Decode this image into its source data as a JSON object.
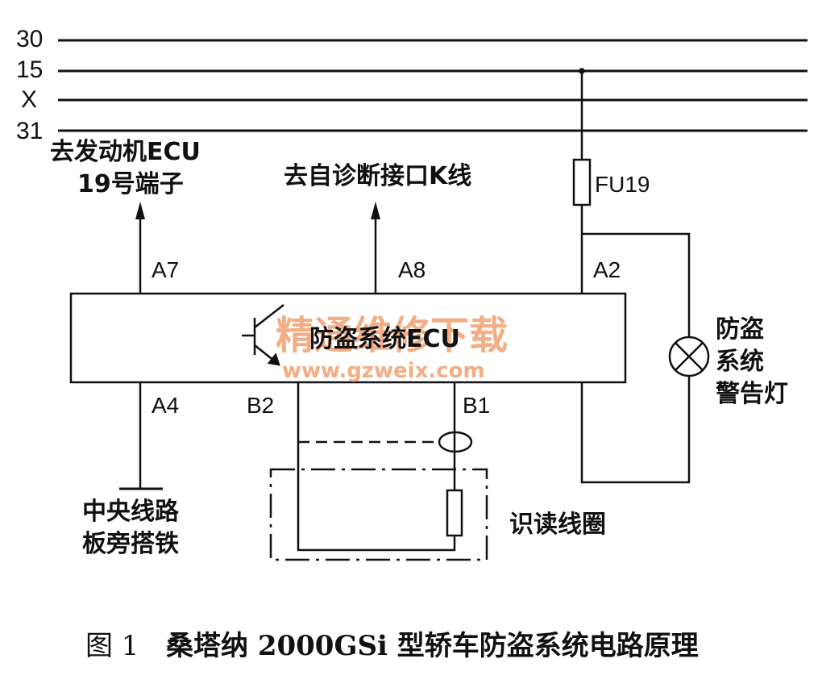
{
  "bus_lines": [
    "30",
    "15",
    "X",
    "31"
  ],
  "ecu": {
    "label": "防盗系统ECU"
  },
  "pins": {
    "a7": "A7",
    "a8": "A8",
    "a2": "A2",
    "a4": "A4",
    "b2": "B2",
    "b1": "B1"
  },
  "labels": {
    "engine_ecu_line1": "去发动机ECU",
    "engine_ecu_line2": "19号端子",
    "diag_k_line": "去自诊断接口K线",
    "fuse": "FU19",
    "warn_lamp_line1": "防盗",
    "warn_lamp_line2": "系统",
    "warn_lamp_line3": "警告灯",
    "ground_line1": "中央线路",
    "ground_line2": "板旁搭铁",
    "coil": "识读线圈"
  },
  "watermark": {
    "line1": "精通维修下载",
    "line2": "www.gzweix.com"
  },
  "caption": {
    "fig": "图 1",
    "text": "桑塔纳 2000GSi 型轿车防盗系统电路原理"
  },
  "colors": {
    "line": "#111111",
    "watermark": "#f0a070"
  }
}
